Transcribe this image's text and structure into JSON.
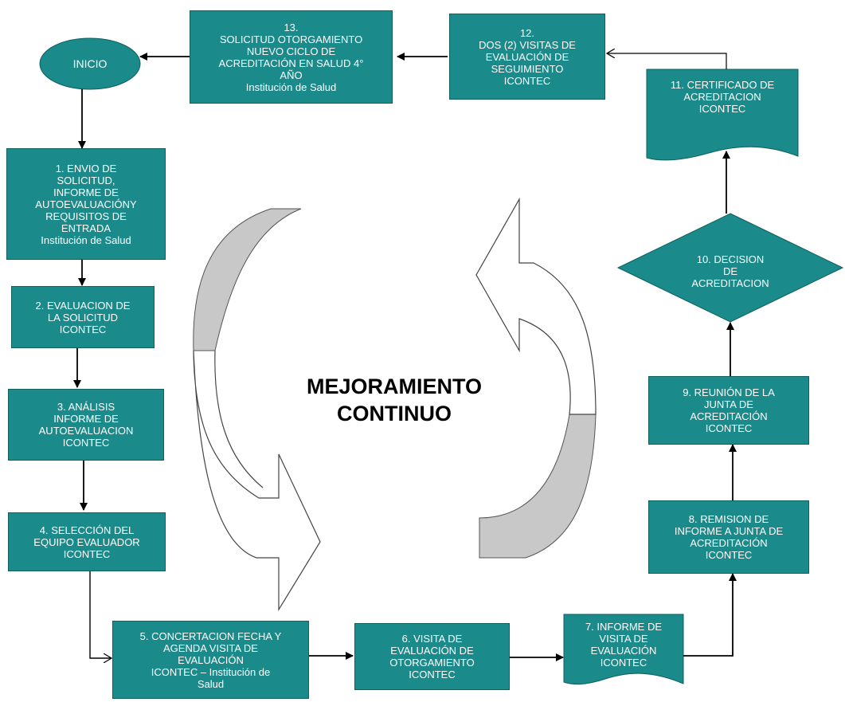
{
  "diagram": {
    "center_label": "MEJORAMIENTO\nCONTINUO",
    "nodes": {
      "start": "INICIO",
      "n1": "1. ENVIO DE\nSOLICITUD,\nINFORME DE\nAUTOEVALUACIÓNY\nREQUISITOS DE\nENTRADA\nInstitución de Salud",
      "n2": "2. EVALUACION DE\nLA SOLICITUD\nICONTEC",
      "n3": "3. ANÁLISIS\nINFORME  DE\nAUTOEVALUACION\nICONTEC",
      "n4": "4. SELECCIÓN DEL\nEQUIPO EVALUADOR\nICONTEC",
      "n5": "5. CONCERTACION FECHA Y\nAGENDA VISITA DE\nEVALUACIÓN\nICONTEC – Institución de\nSalud",
      "n6": "6. VISITA DE\nEVALUACIÓN DE\nOTORGAMIENTO\nICONTEC",
      "n7": "7. INFORME DE\nVISITA DE\nEVALUACIÓN\nICONTEC",
      "n8": "8. REMISION DE\nINFORME  A JUNTA DE\nACREDITACIÓN\nICONTEC",
      "n9": "9. REUNIÓN DE LA\nJUNTA DE\nACREDITACIÓN\nICONTEC",
      "n10": "10. DECISION\nDE\nACREDITACION",
      "n11": "11. CERTIFICADO  DE\nACREDITACION\nICONTEC",
      "n12": "12.\nDOS (2) VISITAS DE\nEVALUACIÓN DE\nSEGUIMIENTO\nICONTEC",
      "n13": "13.\nSOLICITUD OTORGAMIENTO\nNUEVO CICLO DE\nACREDITACIÓN EN SALUD 4°\nAÑO\nInstitución de Salud"
    },
    "colors": {
      "box_fill": "#1a8a8a",
      "box_border": "#0e5f5f",
      "text": "#ffffff",
      "cycle_arrow_shade": "#c8c8c8"
    }
  }
}
